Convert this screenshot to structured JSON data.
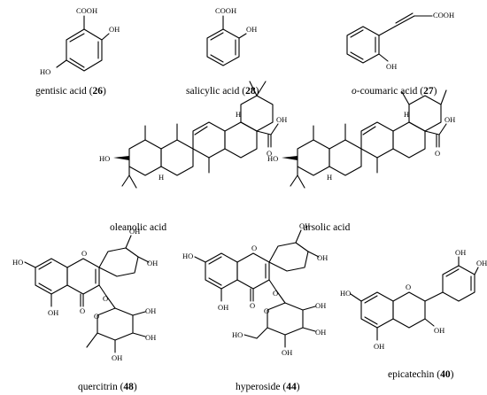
{
  "figure": {
    "compounds": [
      {
        "id": "gentisic",
        "name": "gentisic acid ",
        "prefix": "",
        "number": "26",
        "open": "(",
        "close": ")"
      },
      {
        "id": "salicylic",
        "name": "salicylic acid ",
        "prefix": "",
        "number": "28",
        "open": "(",
        "close": ")"
      },
      {
        "id": "coumaric",
        "name": "-coumaric acid ",
        "prefix": "o",
        "number": "27",
        "open": "(",
        "close": ")"
      },
      {
        "id": "oleanolic",
        "name": "oleanolic acid",
        "prefix": "",
        "number": "",
        "open": "",
        "close": ""
      },
      {
        "id": "ursolic",
        "name": "ursolic acid",
        "prefix": "",
        "number": "",
        "open": "",
        "close": ""
      },
      {
        "id": "quercitrin",
        "name": "quercitrin ",
        "prefix": "",
        "number": "48",
        "open": "(",
        "close": ")"
      },
      {
        "id": "hyperoside",
        "name": "hyperoside ",
        "prefix": "",
        "number": "44",
        "open": "(",
        "close": ")"
      },
      {
        "id": "epicatechin",
        "name": "epicatechin ",
        "prefix": "",
        "number": "40",
        "open": "(",
        "close": ")"
      }
    ],
    "atom_labels": {
      "cooh": "COOH",
      "oh": "OH",
      "ho": "HO",
      "o": "O",
      "h": "H"
    }
  }
}
